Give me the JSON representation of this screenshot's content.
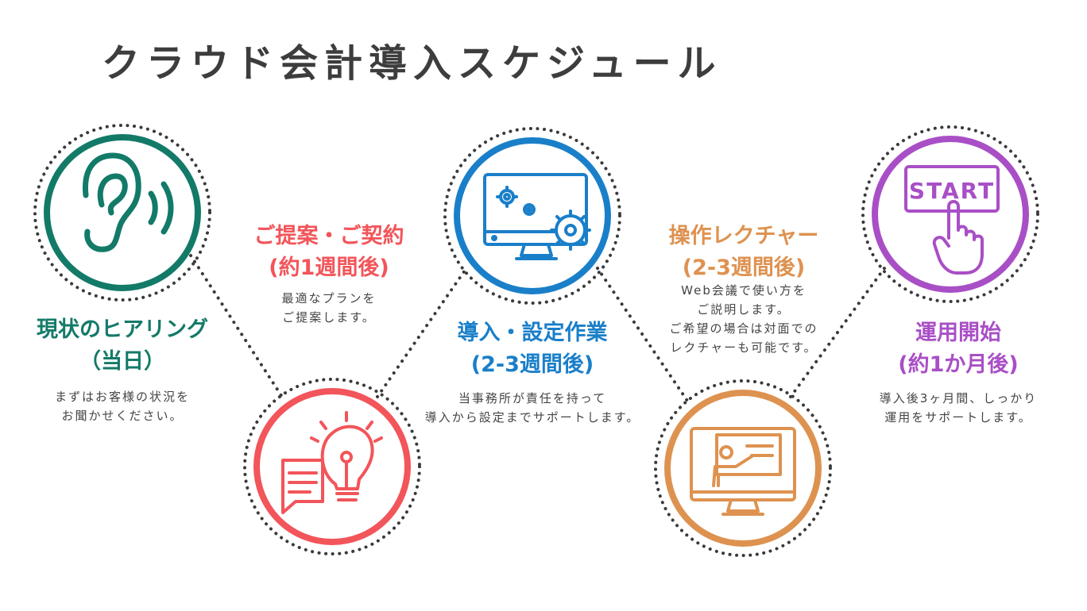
{
  "title": "クラウド会計導入スケジュール",
  "colors": {
    "green": "#137a68",
    "red": "#f2555a",
    "blue": "#1a7fc9",
    "orange": "#de9250",
    "purple": "#a94fc6",
    "dots": "#3a3a3a",
    "title": "#3d3d3d"
  },
  "steps": [
    {
      "title1": "現状のヒアリング",
      "title2": "（当日）",
      "desc1": "まずはお客様の状況を",
      "desc2": "お聞かせください。",
      "icon": "ear-icon"
    },
    {
      "title1": "ご提案・ご契約",
      "title2": "(約1週間後)",
      "desc1": "最適なプランを",
      "desc2": "ご提案します。",
      "icon": "lightbulb-chat-icon"
    },
    {
      "title1": "導入・設定作業",
      "title2": "(2-3週間後)",
      "desc1": "当事務所が責任を持って",
      "desc2": "導入から設定までサポートします。",
      "icon": "monitor-gears-icon"
    },
    {
      "title1": "操作レクチャー",
      "title2": "(2-3週間後)",
      "desc1": "Web会議で使い方を",
      "desc2": "ご説明します。",
      "desc3": "ご希望の場合は対面での",
      "desc4": "レクチャーも可能です。",
      "icon": "teacher-monitor-icon"
    },
    {
      "title1": "運用開始",
      "title2": "(約1か月後)",
      "desc1": "導入後3ヶ月間、しっかり",
      "desc2": "運用をサポートします。",
      "icon": "start-button-icon",
      "icon_text": "START"
    }
  ]
}
